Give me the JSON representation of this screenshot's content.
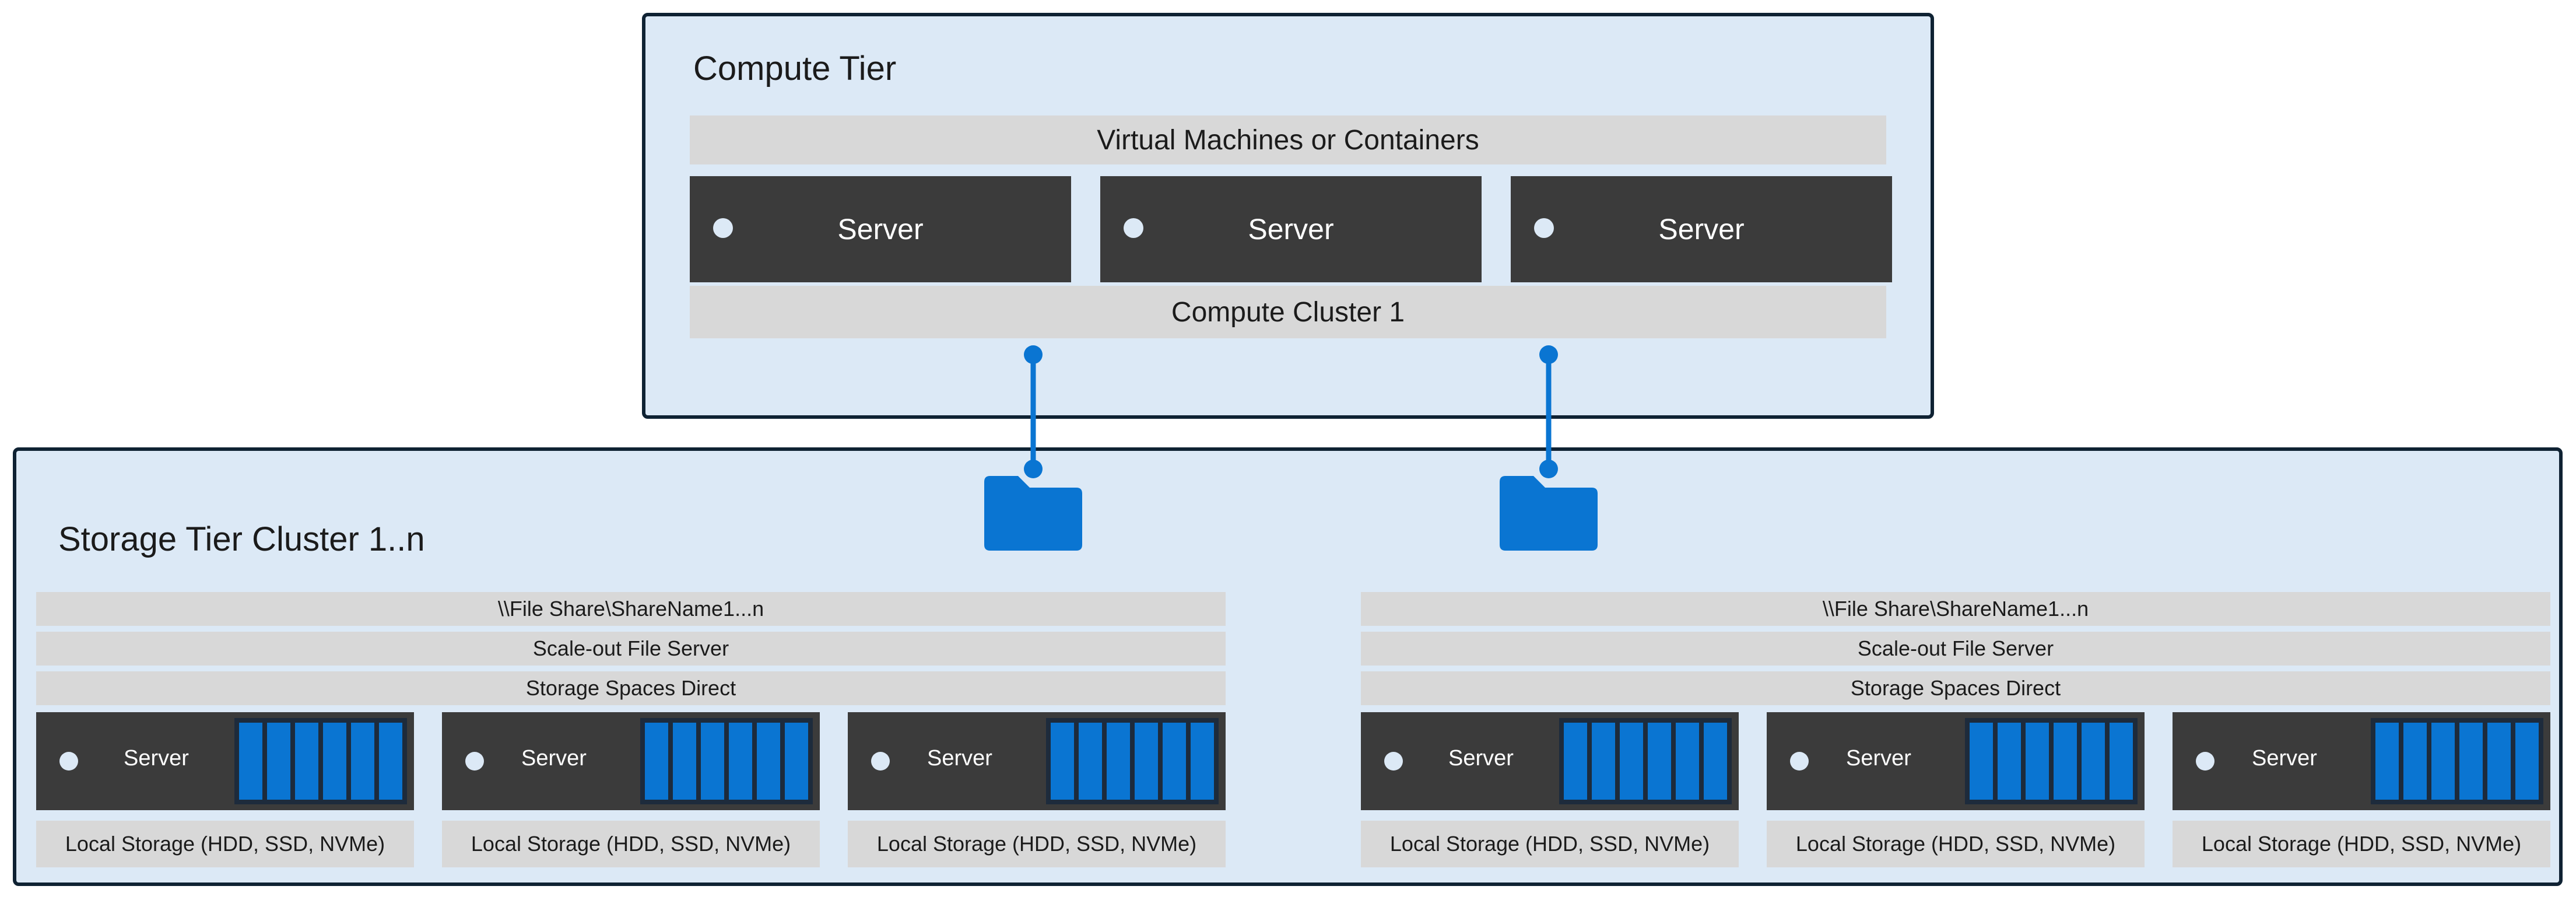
{
  "colors": {
    "tier_fill": "#dce9f6",
    "tier_border": "#0f2233",
    "bar_fill": "#d8d8d8",
    "server_fill": "#3b3b3b",
    "drive_fill": "#0a75d2",
    "connector": "#0a75d2",
    "folder": "#0a75d2"
  },
  "compute_tier": {
    "title": "Compute Tier",
    "vm_bar": "Virtual Machines or Containers",
    "servers": [
      "Server",
      "Server",
      "Server"
    ],
    "cluster_bar": "Compute Cluster 1"
  },
  "storage_tier": {
    "title": "Storage Tier Cluster 1..n",
    "groups": [
      {
        "file_share": "\\\\File Share\\ShareName1...n",
        "sofs": "Scale-out File Server",
        "s2d": "Storage Spaces Direct",
        "nodes": [
          {
            "server": "Server",
            "storage": "Local Storage (HDD, SSD, NVMe)"
          },
          {
            "server": "Server",
            "storage": "Local Storage (HDD, SSD, NVMe)"
          },
          {
            "server": "Server",
            "storage": "Local Storage (HDD, SSD, NVMe)"
          }
        ]
      },
      {
        "file_share": "\\\\File Share\\ShareName1...n",
        "sofs": "Scale-out File Server",
        "s2d": "Storage Spaces Direct",
        "nodes": [
          {
            "server": "Server",
            "storage": "Local Storage (HDD, SSD, NVMe)"
          },
          {
            "server": "Server",
            "storage": "Local Storage (HDD, SSD, NVMe)"
          },
          {
            "server": "Server",
            "storage": "Local Storage (HDD, SSD, NVMe)"
          }
        ]
      }
    ]
  },
  "icons": {
    "share": "folder-icon",
    "server_indicator": "status-led",
    "disks": "drive-bay"
  }
}
